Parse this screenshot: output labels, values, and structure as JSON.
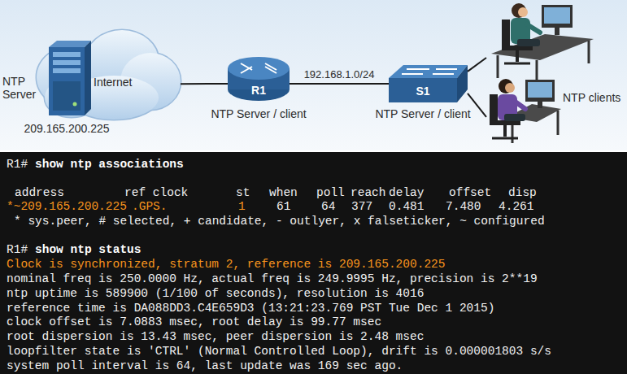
{
  "diagram": {
    "nodes": [
      {
        "text": [
          "NTP Server",
          "Internet",
          "209.165.200.225"
        ]
      },
      {
        "text": [
          "R1",
          "NTP Server / client"
        ]
      },
      {
        "text": [
          "S1",
          "NTP Server / client"
        ]
      },
      {
        "text": [
          "NTP clients"
        ]
      },
      {
        "text": [
          "R1#",
          "show ntp associations",
          "address",
          "ref clock",
          "st",
          "when",
          "poll",
          "reach",
          "delay",
          "offset",
          "disp",
          "*~209.165.200.225",
          ".GPS.",
          "1",
          "61",
          "64",
          "377",
          "0.481",
          "7.480",
          "4.261",
          "* sys.peer, # selected, + candidate, - outlyer, x falseticker, ~ configured",
          "R1#",
          "show ntp status",
          "Clock is synchronized, stratum 2, reference is 209.165.200.225",
          "nominal freq is 250.0000 Hz, actual freq is 249.9995 Hz, precision is 2**19",
          "ntp uptime is 589900 (1/100 of seconds), resolution is 4016",
          "reference time is DA088DD3.C4E659D3 (13:21:23.769 PST Tue Dec 1 2015)",
          "clock offset is 7.0883 msec, root delay is 99.77 msec",
          "root dispersion is 13.43 msec, peer dispersion is 2.48 msec",
          "loopfilter state is 'CTRL' (Normal Controlled Loop), drift is 0.000001803 s/s",
          "system poll interval is 64, last update was 169 sec ago."
        ]
      }
    ],
    "edges": [
      {
        "from": 0,
        "to": 1,
        "arrow": "none"
      },
      {
        "from": 1,
        "to": 2,
        "label": "192.168.1.0/24",
        "arrow": "none"
      },
      {
        "from": 2,
        "to": 3,
        "arrow": "none"
      },
      {
        "from": 2,
        "to": 3,
        "arrow": "none"
      }
    ]
  }
}
